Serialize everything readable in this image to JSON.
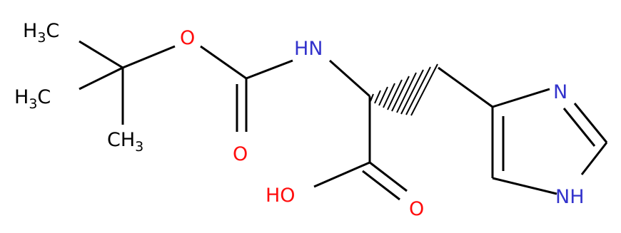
{
  "molecule": {
    "colors": {
      "bond": "#000000",
      "carbon_label": "#000000",
      "heteroatom_label": "#3333cc",
      "oxygen_label": "#ff0d0d"
    },
    "labels": {
      "methyl_top": {
        "main": "H",
        "sub": "3",
        "tail": "C"
      },
      "methyl_mid": {
        "main": "H",
        "sub": "3",
        "tail": "C"
      },
      "methyl_bot": {
        "main": "CH",
        "sub": "3"
      },
      "ester_oxygen": "O",
      "carbonyl_oxygen_boc": "O",
      "amide_nitrogen": "HN",
      "hydroxyl": "HO",
      "carbonyl_oxygen_acid": "O",
      "imidazole_n3": "N",
      "imidazole_n1h": "NH"
    }
  }
}
